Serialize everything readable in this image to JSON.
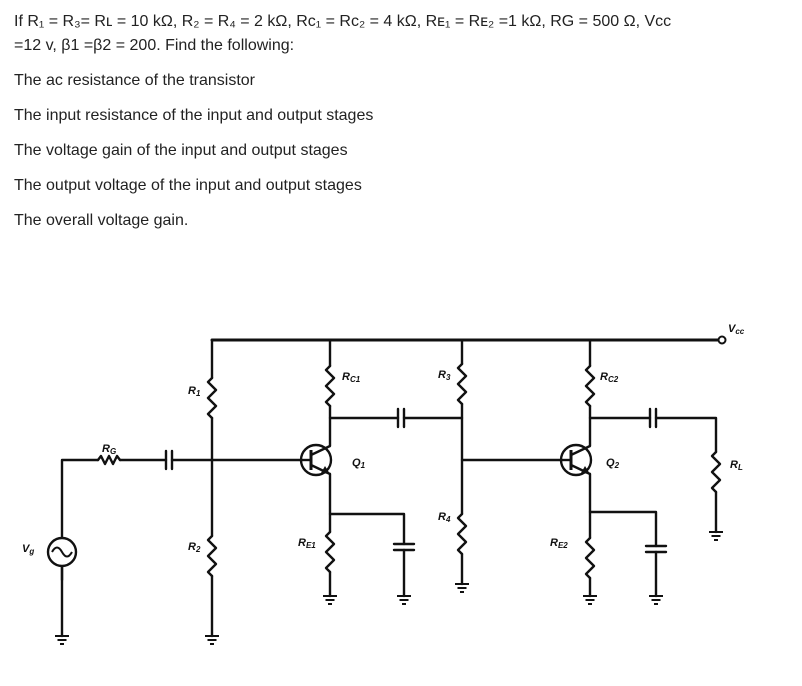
{
  "problem": {
    "givens_line1": "If R₁ = R₃= Rʟ = 10 kΩ, R₂ = R₄ = 2 kΩ, Rᴄ₁ = Rᴄ₂ = 4 kΩ, Rᴇ₁ = Rᴇ₂ =1 kΩ, RG = 500 Ω, Vcc",
    "givens_line2": "=12 v, β1 =β2 = 200. Find the following:",
    "questions": [
      "The ac resistance of the transistor",
      "The input resistance of the input and output stages",
      "The voltage gain of the input and output stages",
      "The output voltage of the input and output stages",
      "The overall voltage gain."
    ]
  },
  "circuit": {
    "labels": {
      "vcc": [
        "V",
        "cc"
      ],
      "rg": [
        "R",
        "G"
      ],
      "r1": [
        "R",
        "1"
      ],
      "r2": [
        "R",
        "2"
      ],
      "rc1": [
        "R",
        "C1"
      ],
      "re1": [
        "R",
        "E1"
      ],
      "q1": [
        "Q",
        "1"
      ],
      "r3": [
        "R",
        "3"
      ],
      "r4": [
        "R",
        "4"
      ],
      "rc2": [
        "R",
        "C2"
      ],
      "re2": [
        "R",
        "E2"
      ],
      "q2": [
        "Q",
        "2"
      ],
      "rl": [
        "R",
        "L"
      ],
      "vg": [
        "V",
        "g"
      ]
    }
  }
}
